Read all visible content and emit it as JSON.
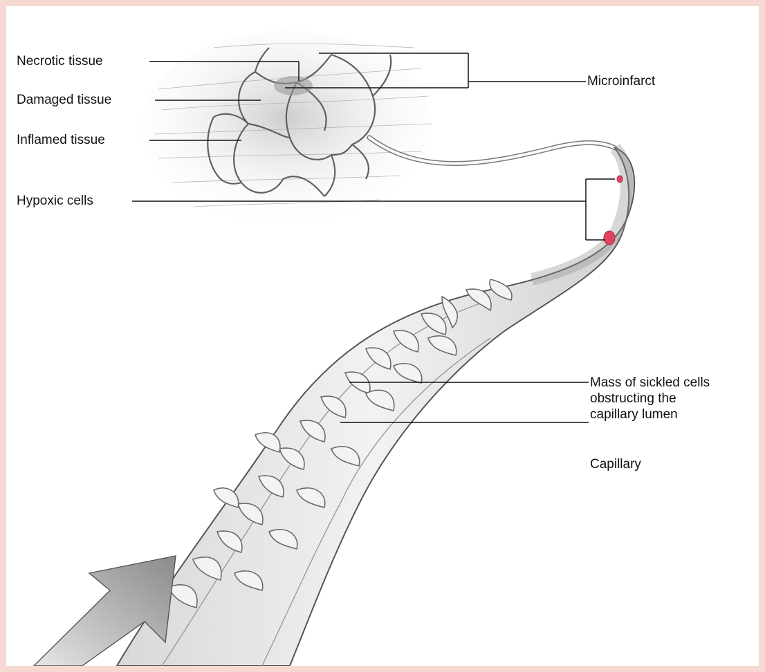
{
  "labels": {
    "necrotic": "Necrotic tissue",
    "damaged": "Damaged tissue",
    "inflamed": "Inflamed tissue",
    "hypoxic": "Hypoxic cells",
    "microinfarct": "Microinfarct",
    "mass_line1": "Mass of sickled cells",
    "mass_line2": "obstructing the",
    "mass_line3": "capillary lumen",
    "capillary": "Capillary"
  },
  "colors": {
    "background": "#f7d9d4",
    "panel": "#ffffff",
    "hypoxic_cell": "#e0455f",
    "line": "#111111"
  },
  "icons": {
    "flow": "blood-flow-arrow"
  }
}
